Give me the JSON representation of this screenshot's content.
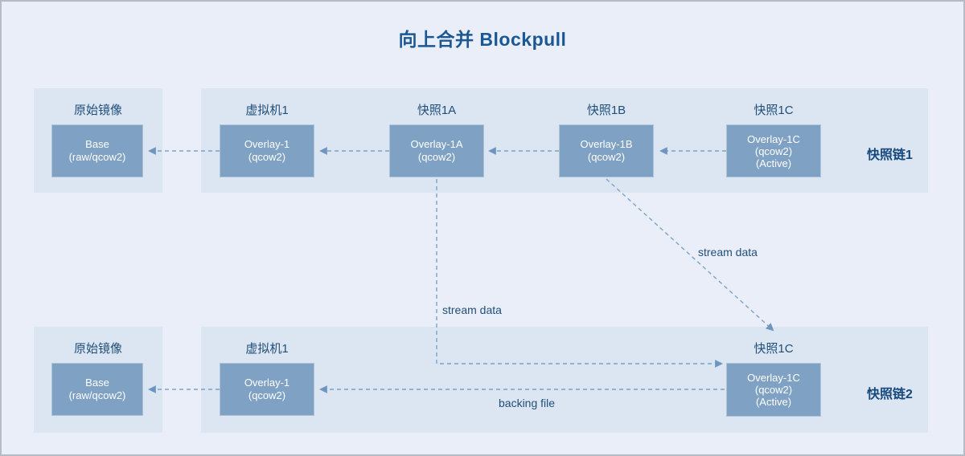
{
  "title": "向上合并 Blockpull",
  "colors": {
    "background": "#e9eef8",
    "panel": "#dce6f2",
    "node_fill": "#7fa1c3",
    "node_border": "#aec2d8",
    "node_text": "#ffffff",
    "dark_blue_text": "#1f4e79",
    "title_blue": "#1b5794",
    "arrow": "#7da2c8"
  },
  "chain1": {
    "name": "快照链1",
    "groups": [
      {
        "label": "原始镜像",
        "box": [
          "Base",
          "(raw/qcow2)"
        ]
      },
      {
        "label": "虚拟机1",
        "box": [
          "Overlay-1",
          "(qcow2)"
        ]
      },
      {
        "label": "快照1A",
        "box": [
          "Overlay-1A",
          "(qcow2)"
        ]
      },
      {
        "label": "快照1B",
        "box": [
          "Overlay-1B",
          "(qcow2)"
        ]
      },
      {
        "label": "快照1C",
        "box": [
          "Overlay-1C",
          "(qcow2)",
          "(Active)"
        ]
      }
    ]
  },
  "chain2": {
    "name": "快照链2",
    "groups": [
      {
        "label": "原始镜像",
        "box": [
          "Base",
          "(raw/qcow2)"
        ]
      },
      {
        "label": "虚拟机1",
        "box": [
          "Overlay-1",
          "(qcow2)"
        ]
      },
      {
        "label": "快照1C",
        "box": [
          "Overlay-1C",
          "(qcow2)",
          "(Active)"
        ]
      }
    ]
  },
  "annotations": {
    "stream_data_vertical": "stream data",
    "stream_data_diagonal": "stream data",
    "backing_file": "backing file"
  }
}
